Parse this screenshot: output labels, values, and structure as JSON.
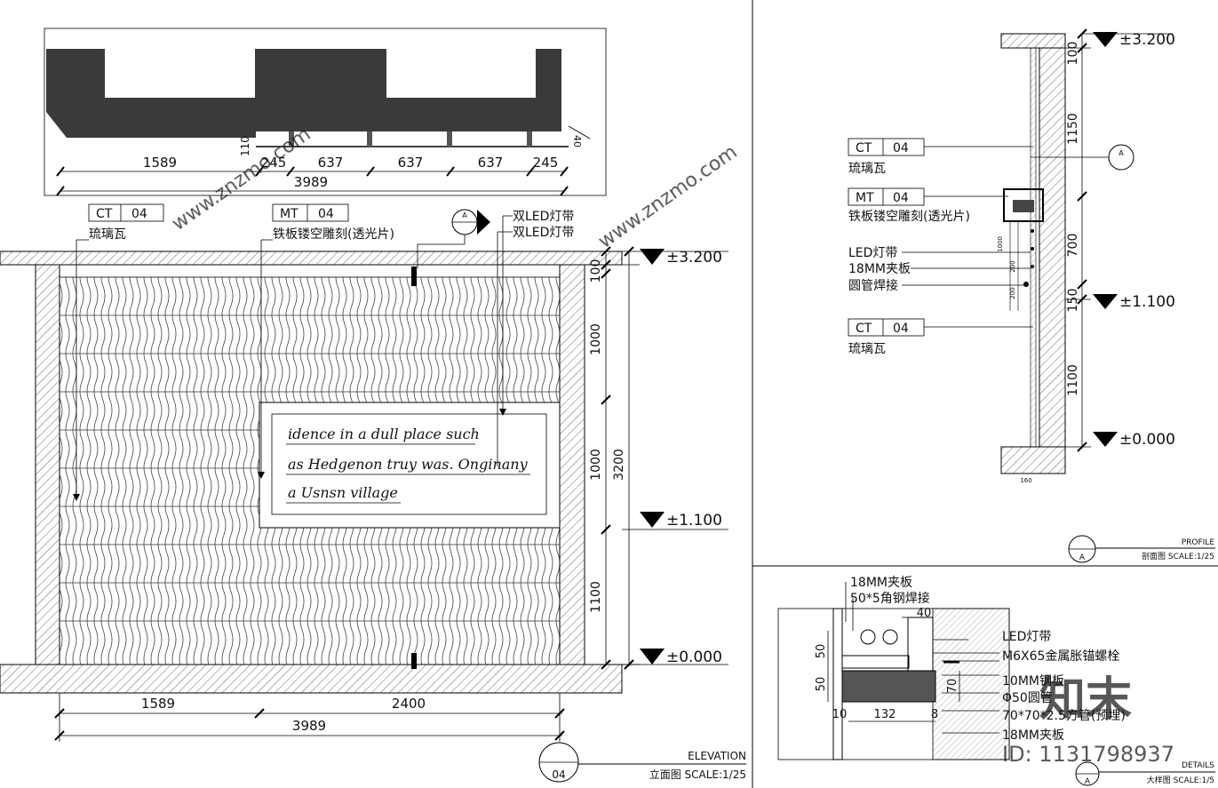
{
  "plan": {
    "dims_top": [
      "1589",
      "245",
      "637",
      "637",
      "637",
      "245"
    ],
    "total": "3989",
    "small_110": "110",
    "small_40": "40"
  },
  "elevation": {
    "callout_ct": {
      "code": "CT",
      "num": "04",
      "label": "琉璃瓦"
    },
    "callout_mt": {
      "code": "MT",
      "num": "04",
      "label": "铁板镂空雕刻(透光片)"
    },
    "led_1": "双LED灯带",
    "led_2": "双LED灯带",
    "section_marker": "A",
    "panel_text": [
      "idence in a dull place such",
      "as Hedgenon truy was. Onginany",
      "a Usnsn village"
    ],
    "level_top": "±3.200",
    "level_mid": "±1.100",
    "level_base": "±0.000",
    "vdims": [
      "100",
      "1000",
      "1000",
      "1100"
    ],
    "vtotal": "3200",
    "bottom_dims": [
      "1589",
      "2400"
    ],
    "bottom_total": "3989",
    "title_en": "ELEVATION",
    "title_cn": "立面图 SCALE:1/25",
    "sheet_num": "04"
  },
  "profile": {
    "callouts": [
      {
        "code": "CT",
        "num": "04",
        "label": "琉璃瓦"
      },
      {
        "code": "MT",
        "num": "04",
        "label": "铁板镂空雕刻(透光片)"
      },
      {
        "code": "CT",
        "num": "04",
        "label": "琉璃瓦"
      }
    ],
    "labels": [
      "LED灯带",
      "18MM夹板",
      "圆管焊接"
    ],
    "section_marker": "A",
    "levels": [
      "±3.200",
      "±1.100",
      "±0.000"
    ],
    "vdims": [
      "100",
      "1150",
      "700",
      "150",
      "1100"
    ],
    "small_dims": [
      "1000",
      "200",
      "200",
      "160"
    ],
    "title_en": "PROFILE",
    "title_cn": "剖面图 SCALE:1/25",
    "marker": "A"
  },
  "detail": {
    "labels_left": [
      "18MM夹板",
      "50*5角钢焊接"
    ],
    "labels_right": [
      "LED灯带",
      "M6X65金属胀锚螺栓",
      "10MM钢板",
      "Φ50圆管",
      "70*70*2.5方管(预埋)",
      "18MM夹板"
    ],
    "dims": [
      "40",
      "50",
      "50",
      "70",
      "10",
      "132",
      "8"
    ],
    "title_en": "DETAILS",
    "title_cn": "大样图 SCALE:1/5",
    "marker": "A"
  },
  "watermark": {
    "brand": "知末",
    "id": "ID: 1131798937",
    "site": "www.znzmo.com"
  }
}
